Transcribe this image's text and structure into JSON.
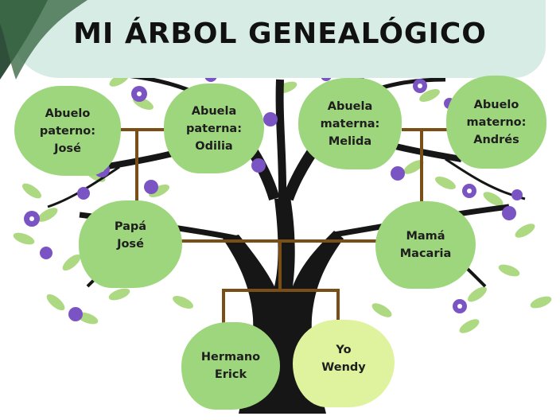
{
  "title": "MI ÁRBOL GENEALÓGICO",
  "colors": {
    "banner": "#d8ece6",
    "node_green": "#9ed67e",
    "node_light": "#dff39e",
    "connector": "#7a4f17",
    "trunk": "#161616",
    "flowers": "#7b54c4"
  },
  "family": {
    "paternal_grandfather": "Abuelo\npaterno:\nJosé",
    "paternal_grandmother": "Abuela\npaterna:\nOdilia",
    "maternal_grandmother": "Abuela\nmaterna:\nMelida",
    "maternal_grandfather": "Abuelo\nmaterno:\nAndrés",
    "father": "Papá\nJosé",
    "mother": "Mamá\nMacaria",
    "brother": "Hermano\nErick",
    "me": "Yo\nWendy"
  }
}
